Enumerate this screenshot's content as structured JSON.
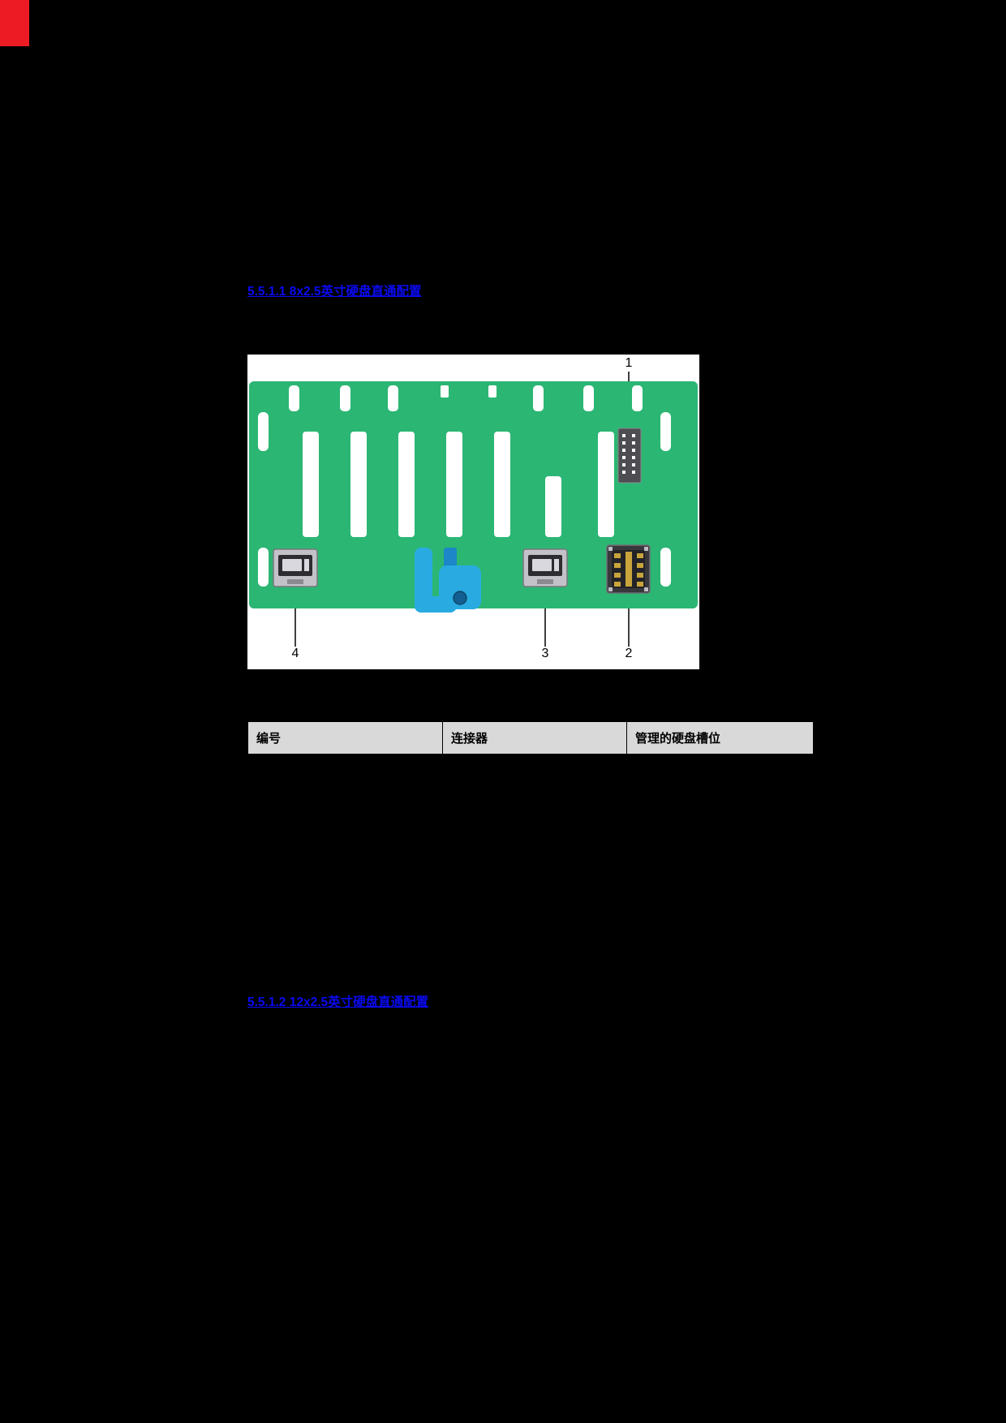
{
  "page": {
    "background_color": "#000000",
    "red_marker_color": "#ed1c24"
  },
  "headings": {
    "section1": "5.5.1.1 8x2.5英寸硬盘直通配置",
    "section2": "5.5.1.2 12x2.5英寸硬盘直通配置",
    "link_color": "#0a0af0"
  },
  "figure": {
    "board_color": "#2bb673",
    "clip_color": "#29abe2",
    "clip_dark_color": "#135f91",
    "callouts": {
      "c1": "1",
      "c2": "2",
      "c3": "3",
      "c4": "4"
    }
  },
  "table": {
    "header_bg": "#d9d9d9",
    "headers": [
      "编号",
      "连接器",
      "管理的硬盘槽位"
    ]
  }
}
